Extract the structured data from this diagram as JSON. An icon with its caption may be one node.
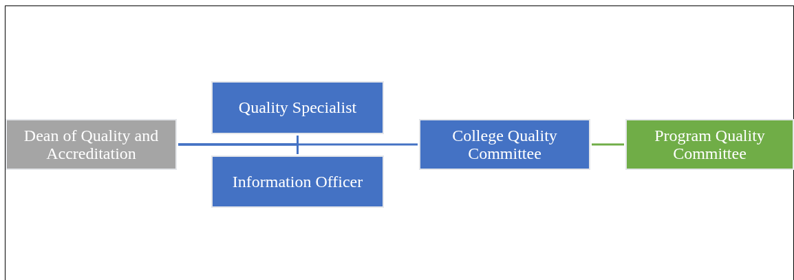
{
  "diagram": {
    "nodes": [
      {
        "text": [
          "Dean of Quality and Accreditation"
        ]
      },
      {
        "text": [
          "Quality Specialist"
        ]
      },
      {
        "text": [
          "Information Officer"
        ]
      },
      {
        "text": [
          "College Quality Committee"
        ]
      },
      {
        "text": [
          "Program Quality Committee"
        ]
      }
    ],
    "edges": [
      {
        "from": 0,
        "to": 3,
        "arrow": "none"
      },
      {
        "from": 0,
        "to": 1,
        "arrow": "none"
      },
      {
        "from": 0,
        "to": 2,
        "arrow": "none"
      },
      {
        "from": 3,
        "to": 4,
        "arrow": "none",
        "color": "#70ad47"
      }
    ]
  }
}
